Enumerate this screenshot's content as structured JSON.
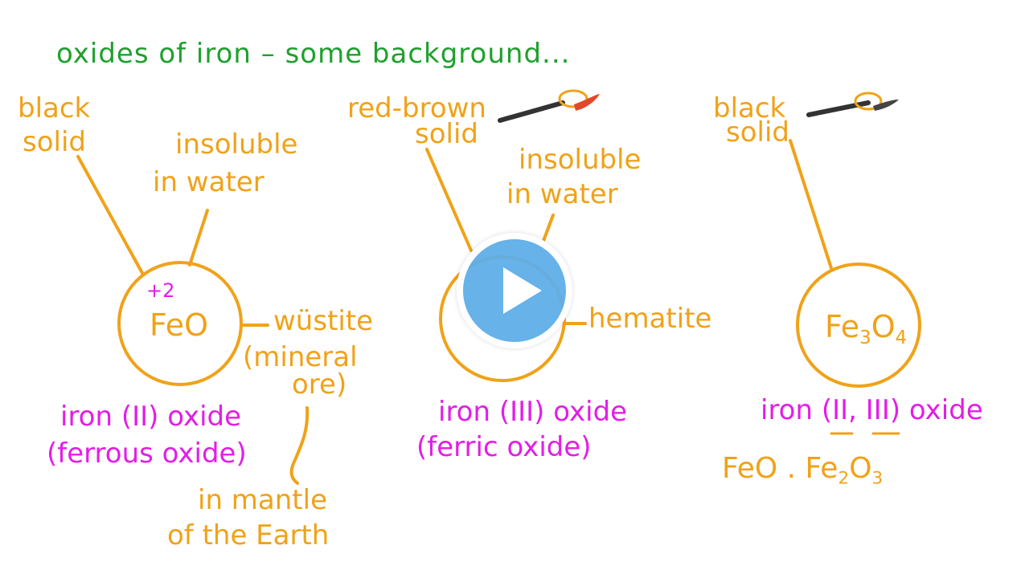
{
  "title": "oxides of iron – some background...",
  "colors": {
    "title": "#1fa02e",
    "notes": "#f0a218",
    "names": "#e21ee6",
    "play": "#5eaee8"
  },
  "feo": {
    "formula": "FeO",
    "charge": "+2",
    "appearance": [
      "black",
      "solid"
    ],
    "solubility": [
      "insoluble",
      "in water"
    ],
    "mineral": "wüstite",
    "mineral_note": [
      "(mineral",
      "ore)"
    ],
    "location": [
      "in mantle",
      "of the Earth"
    ],
    "name": "iron (II) oxide",
    "common_name": "(ferrous oxide)"
  },
  "fe2o3": {
    "appearance": [
      "red-brown",
      "solid"
    ],
    "solubility": [
      "insoluble",
      "in water"
    ],
    "mineral": "hematite",
    "name": "iron (III) oxide",
    "common_name": "(ferric oxide)"
  },
  "fe3o4": {
    "formula_base": "Fe",
    "sub1": "3",
    "formula_mid": "O",
    "sub2": "4",
    "appearance": [
      "black",
      "solid"
    ],
    "name": "iron (II, III) oxide",
    "composition_a": "FeO . Fe",
    "composition_sub1": "2",
    "composition_b": "O",
    "composition_sub2": "3"
  },
  "icons": [
    "spatula-black-icon",
    "spatula-red-icon",
    "play-icon"
  ]
}
